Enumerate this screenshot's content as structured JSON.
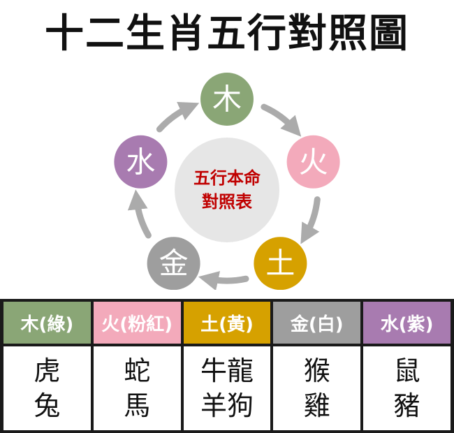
{
  "title": "十二生肖五行對照圖",
  "center_text": [
    "五行本命",
    "對照表"
  ],
  "colors": {
    "wood": "#8aa676",
    "fire": "#f3aabb",
    "earth": "#d6a100",
    "metal": "#9e9e9e",
    "water": "#a87bb0",
    "center_fill": "#e6e6e6",
    "center_text": "#c00000",
    "arrow": "#ababab"
  },
  "nodes": [
    {
      "label": "木",
      "color": "#8aa676"
    },
    {
      "label": "火",
      "color": "#f3aabb"
    },
    {
      "label": "土",
      "color": "#d6a100"
    },
    {
      "label": "金",
      "color": "#9e9e9e"
    },
    {
      "label": "水",
      "color": "#a87bb0"
    }
  ],
  "table": {
    "headers": [
      {
        "label": "木(綠)",
        "color": "#8aa676"
      },
      {
        "label": "火(粉紅)",
        "color": "#f3aabb"
      },
      {
        "label": "土(黃)",
        "color": "#d6a100"
      },
      {
        "label": "金(白)",
        "color": "#9e9e9e"
      },
      {
        "label": "水(紫)",
        "color": "#a87bb0"
      }
    ],
    "cells": [
      [
        "虎",
        "兔"
      ],
      [
        "蛇",
        "馬"
      ],
      [
        "牛龍",
        "羊狗"
      ],
      [
        "猴",
        "雞"
      ],
      [
        "鼠",
        "豬"
      ]
    ]
  }
}
